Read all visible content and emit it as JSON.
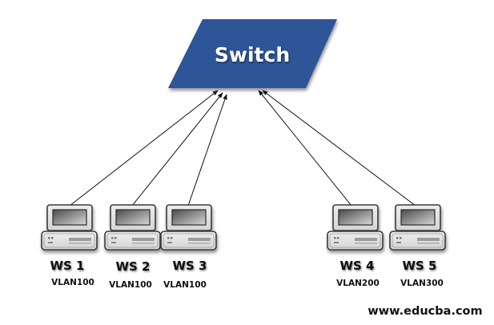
{
  "switch": {
    "label": "Switch",
    "fill_color": "#2F5597",
    "text_color": "#FFFFFF"
  },
  "workstations": [
    {
      "name": "WS 1",
      "vlan": "VLAN100"
    },
    {
      "name": "WS 2",
      "vlan": "VLAN100"
    },
    {
      "name": "WS 3",
      "vlan": "VLAN100"
    },
    {
      "name": "WS 4",
      "vlan": "VLAN200"
    },
    {
      "name": "WS 5",
      "vlan": "VLAN300"
    }
  ],
  "connections": [
    {
      "from": "WS 1",
      "to": "Switch"
    },
    {
      "from": "WS 2",
      "to": "Switch"
    },
    {
      "from": "WS 3",
      "to": "Switch"
    },
    {
      "from": "WS 4",
      "to": "Switch"
    },
    {
      "from": "WS 5",
      "to": "Switch"
    }
  ],
  "icons": {
    "workstation": "desktop-computer-icon"
  },
  "watermark": "www.educba.com"
}
